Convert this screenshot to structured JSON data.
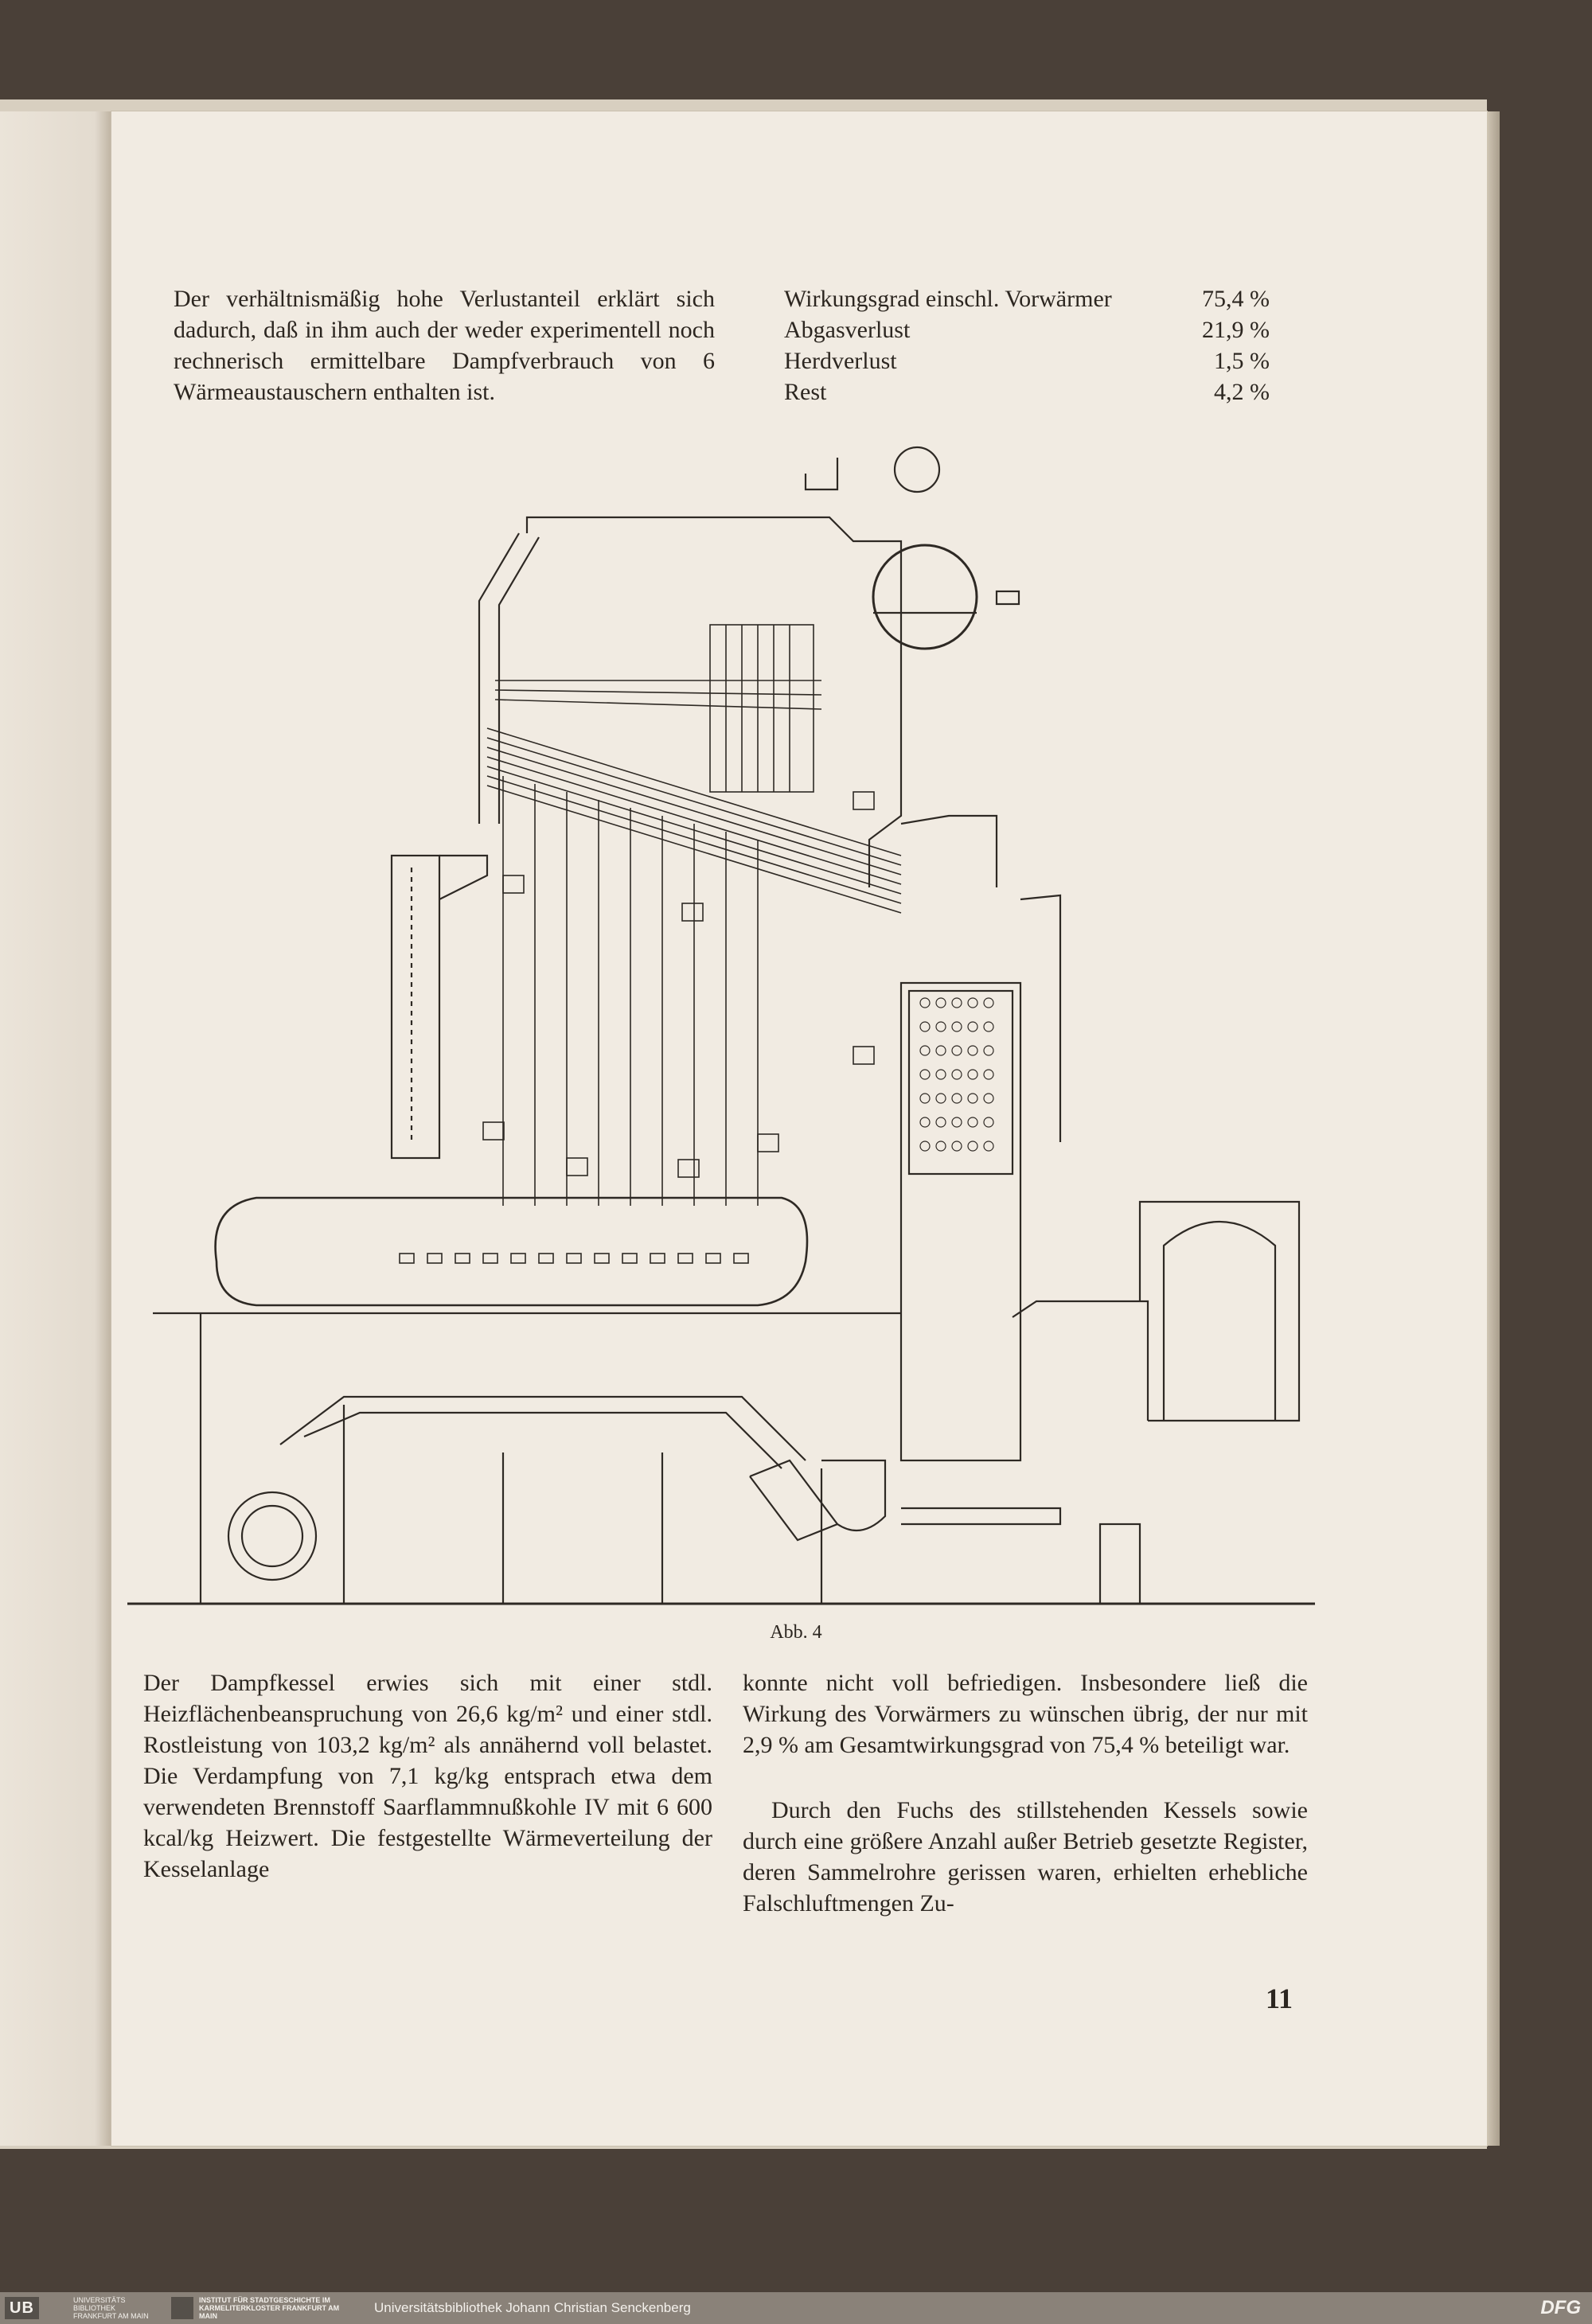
{
  "page": {
    "intro_paragraph": "Der verhältnismäßig hohe Verlustanteil erklärt sich dadurch, daß in ihm auch der weder experimentell noch rechnerisch ermittelbare Dampfverbrauch von 6 Wärmeaustauschern enthalten ist.",
    "efficiency_table": [
      {
        "label": "Wirkungsgrad einschl. Vorwärmer",
        "value": "75,4 %"
      },
      {
        "label": "Abgasverlust",
        "value": "21,9 %"
      },
      {
        "label": "Herdverlust",
        "value": "1,5 %"
      },
      {
        "label": "Rest",
        "value": "4,2 %"
      }
    ],
    "figure_caption": "Abb. 4",
    "left_column": "Der Dampfkessel erwies sich mit einer stdl. Heizflächenbeanspruchung von 26,6 kg/m² und einer stdl. Rostleistung von 103,2 kg/m² als annähernd voll belastet. Die Verdampfung von 7,1 kg/kg entsprach etwa dem verwendeten Brennstoff Saarflammnußkohle IV mit 6 600 kcal/kg Heizwert. Die festgestellte Wärmeverteilung der Kesselanlage",
    "right_column_p1": "konnte nicht voll befriedigen. Insbesondere ließ die Wirkung des Vorwärmers zu wünschen übrig, der nur mit 2,9 % am Gesamtwirkungsgrad von 75,4 % beteiligt war.",
    "right_column_p2": "Durch den Fuchs des stillstehenden Kessels sowie durch eine größere Anzahl außer Betrieb gesetzte Register, deren Sammelrohre gerissen waren, erhielten erhebliche Falschluftmengen Zu-",
    "page_number": "11"
  },
  "footer": {
    "ub_logo": "UB",
    "ub_text": "UNIVERSITÄTS BIBLIOTHEK FRANKFURT AM MAIN",
    "institute_text": "INSTITUT FÜR STADTGESCHICHTE IM KARMELITERKLOSTER FRANKFURT AM MAIN",
    "center_text": "Universitätsbibliothek Johann Christian Senckenberg",
    "dfg_logo": "DFG"
  }
}
